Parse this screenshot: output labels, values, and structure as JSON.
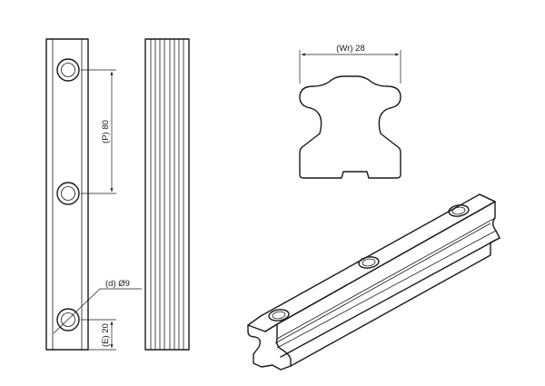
{
  "drawing": {
    "labels": {
      "pitch": "(P) 80",
      "hole_diameter": "(d) Ø9",
      "end_distance": "(E) 20",
      "rail_width": "(Wr) 28"
    }
  }
}
